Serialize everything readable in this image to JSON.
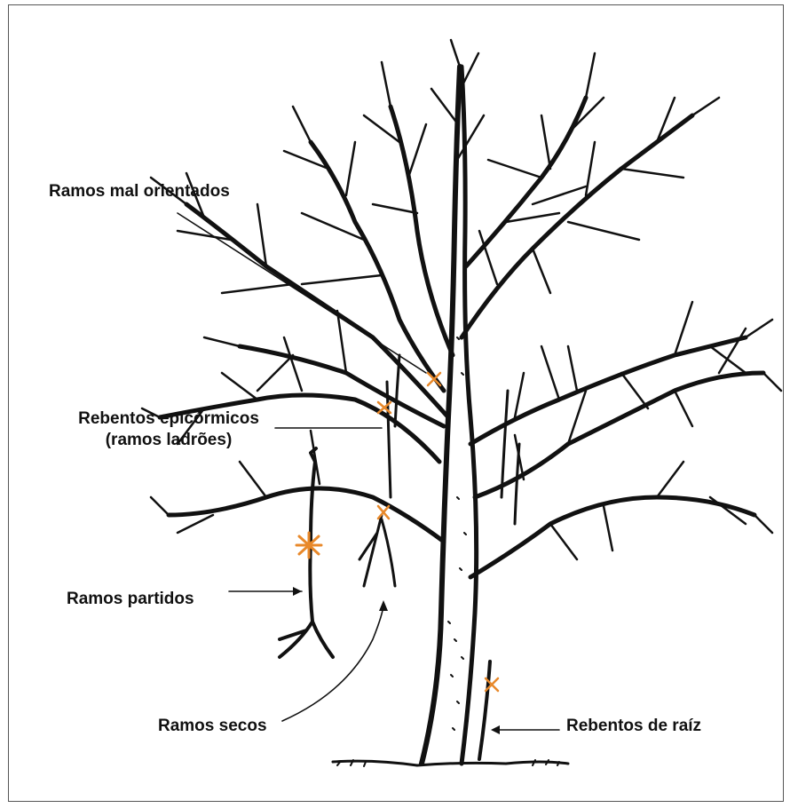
{
  "labels": {
    "misdirected": "Ramos mal orientados",
    "epicormic_line1": "Rebentos epicórmicos",
    "epicormic_line2": "(ramos ladrões)",
    "broken": "Ramos partidos",
    "dead": "Ramos secos",
    "root_suckers": "Rebentos de raíz"
  },
  "colors": {
    "cut_mark": "#e8892b",
    "ink": "#111111"
  }
}
